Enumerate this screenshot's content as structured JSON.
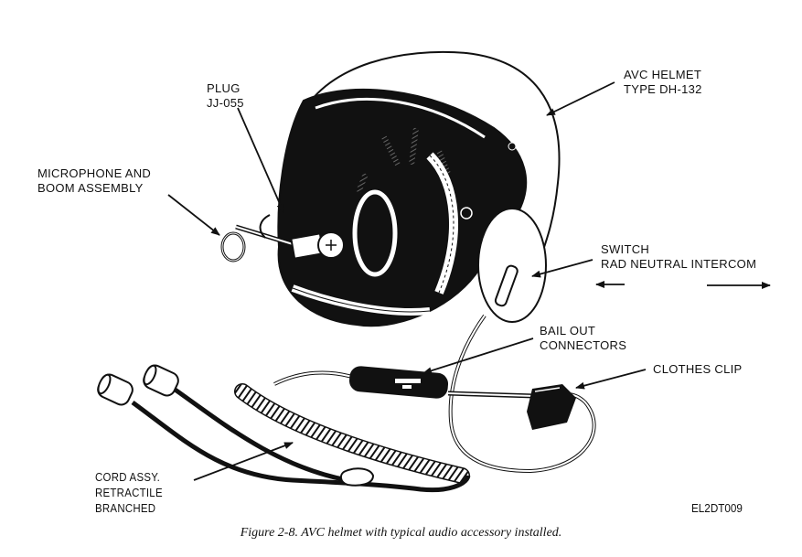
{
  "figure": {
    "caption": "Figure 2-8. AVC helmet with typical audio accessory installed.",
    "figure_id": "EL2DT009",
    "labels": {
      "plug": [
        "PLUG",
        "JJ-055"
      ],
      "microphone": [
        "MICROPHONE AND",
        "BOOM ASSEMBLY"
      ],
      "helmet": [
        "AVC HELMET",
        "TYPE DH-132"
      ],
      "switch": [
        "SWITCH",
        "RAD NEUTRAL INTERCOM"
      ],
      "bail_out": [
        "BAIL OUT",
        "CONNECTORS"
      ],
      "clothes_clip": [
        "CLOTHES CLIP"
      ],
      "cord": [
        "CORD ASSY.",
        "RETRACTILE",
        "BRANCHED"
      ]
    }
  },
  "colors": {
    "ink": "#111111",
    "paper": "#ffffff"
  }
}
